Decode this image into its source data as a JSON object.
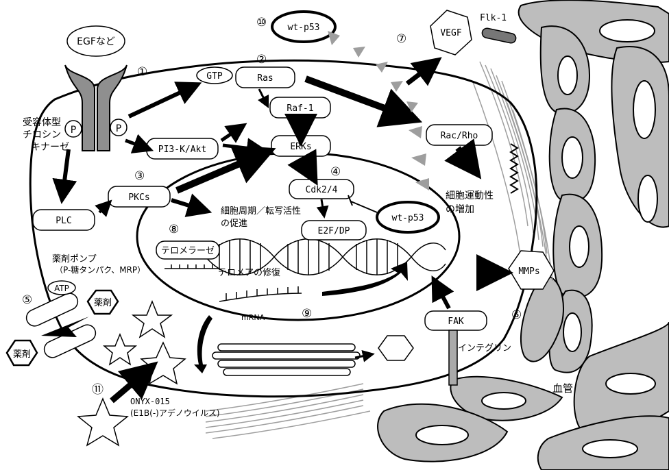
{
  "labels": {
    "egf": "EGFなど",
    "receptor": [
      "受容体型",
      "チロシン",
      "キナーゼ"
    ],
    "p": "P",
    "gtp": "GTP",
    "ras": "Ras",
    "raf": "Raf-1",
    "pi3k": "PI3-K/Akt",
    "erks": "ERKs",
    "plc": "PLC",
    "pkcs": "PKCs",
    "cdk": "Cdk2/4",
    "cellcycle": [
      "細胞周期／転写活性",
      "の促進"
    ],
    "e2f": "E2F/DP",
    "wtp53": "wt-p53",
    "wtp53_top": "wt-p53",
    "telomerase": "テロメラーゼ",
    "telomere_repair": "テロメアの修復",
    "mrna": "mRNA",
    "vegf": "VEGF",
    "flk": "Flk-1",
    "racrho": "Rac/Rho",
    "motility": [
      "細胞運動性",
      "の増加"
    ],
    "mmps": "MMPs",
    "fak": "FAK",
    "integrin": "インテグリン",
    "vessel": "血管",
    "pump": [
      "薬剤ポンプ",
      "（P-糖タンパク、MRP）"
    ],
    "atp": "ATP",
    "drug": "薬剤",
    "onyx": [
      "ONYX-015",
      "(E1B(-)アデノウイルス)"
    ]
  },
  "markers": [
    "①",
    "②",
    "③",
    "④",
    "⑤",
    "⑥",
    "⑦",
    "⑧",
    "⑨",
    "⑩",
    "⑪"
  ]
}
